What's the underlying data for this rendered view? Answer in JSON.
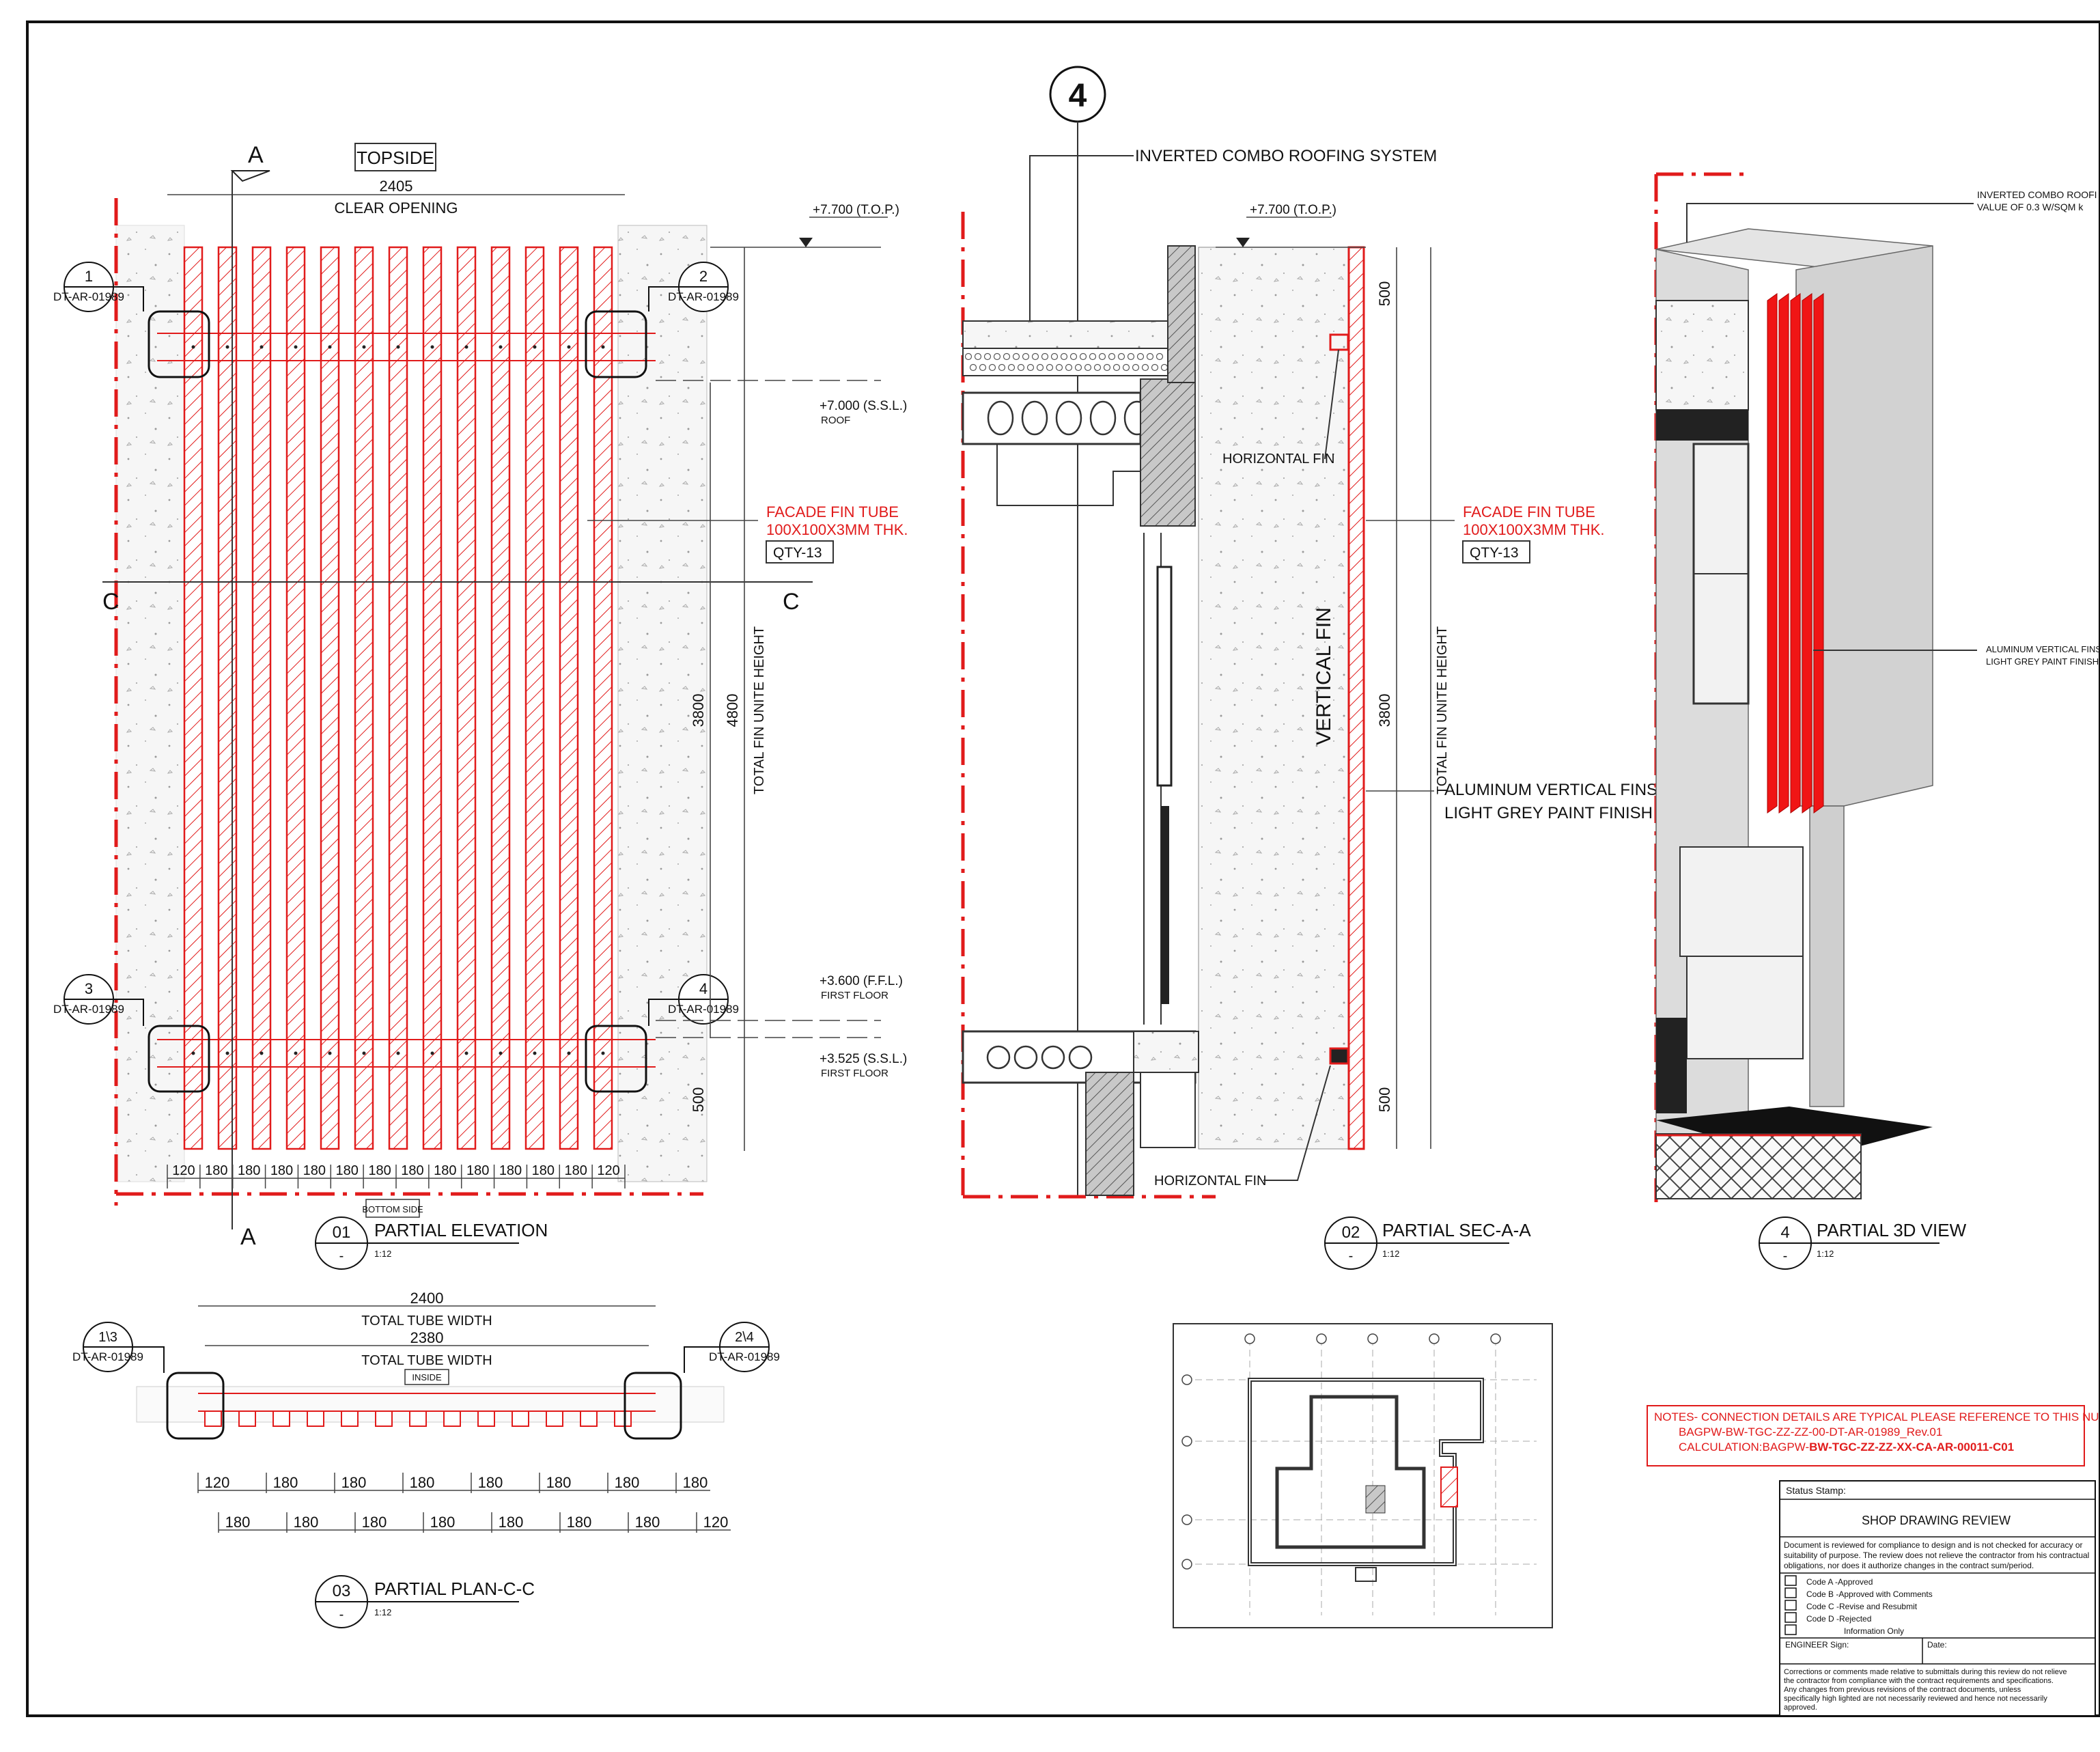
{
  "drawing_number": "4",
  "elevation": {
    "topside_label": "TOPSIDE",
    "bottom_label": "BOTTOM SIDE",
    "clear_opening_value": "2405",
    "clear_opening_label": "CLEAR  OPENING",
    "section_mark": "A",
    "cut_mark": "C",
    "callouts": [
      {
        "num": "1",
        "ref": "DT-AR-01989"
      },
      {
        "num": "2",
        "ref": "DT-AR-01989"
      },
      {
        "num": "3",
        "ref": "DT-AR-01989"
      },
      {
        "num": "4",
        "ref": "DT-AR-01989"
      }
    ],
    "level_top": "+7.700  (T.O.P.)",
    "level_roof": "+7.000  (S.S.L.)",
    "level_roof_note": "ROOF",
    "level_ffl": "+3.600  (F.F.L.)",
    "level_ffl_note": "FIRST FLOOR",
    "level_ssl": "+3.525  (S.S.L.)",
    "level_ssl_note": "FIRST FLOOR",
    "fin_note_line1": "FACADE FIN TUBE",
    "fin_note_line2": "100X100X3MM THK.",
    "qty": "QTY-13",
    "dim_3800": "3800",
    "dim_4800": "4800",
    "dim_500": "500",
    "total_height_label": "TOTAL  FIN  UNITE  HEIGHT",
    "bottom_dims": [
      "120",
      "180",
      "180",
      "180",
      "180",
      "180",
      "180",
      "180",
      "180",
      "180",
      "180",
      "180",
      "180",
      "120"
    ],
    "title_num": "01",
    "title": "PARTIAL ELEVATION",
    "title_sub": "-",
    "scale": "1:12",
    "fin_count": 13
  },
  "section": {
    "roof_system": "INVERTED COMBO ROOFING SYSTEM",
    "level_top": "+7.700  (T.O.P.)",
    "horizontal_fin": "HORIZONTAL  FIN",
    "vertical_fin": "VERTICAL  FIN",
    "fin_note_line1": "FACADE FIN TUBE",
    "fin_note_line2": "100X100X3MM THK.",
    "qty": "QTY-13",
    "alu_line1": "ALUMINUM VERTICAL FINS",
    "alu_line2": "LIGHT GREY PAINT FINISH",
    "dim_500": "500",
    "dim_3800": "3800",
    "total_height_label": "TOTAL  FIN  UNITE  HEIGHT",
    "title_num": "02",
    "title": "PARTIAL SEC-A-A",
    "title_sub": "-",
    "scale": "1:12"
  },
  "view3d": {
    "roof_note_line1": "INVERTED COMBO ROOFI",
    "roof_note_line2": "VALUE OF 0.3 W/SQM k",
    "alu_line1": "ALUMINUM VERTICAL FINS",
    "alu_line2": "LIGHT GREY PAINT FINISH",
    "title_num": "4",
    "title": "PARTIAL 3D VIEW",
    "title_sub": "-",
    "scale": "1:12"
  },
  "plan": {
    "dim_2400": "2400",
    "total_tube_width": "TOTAL  TUBE  WIDTH",
    "dim_2380": "2380",
    "total_tube_width_2": "TOTAL  TUBE  WIDTH",
    "inside_label": "INSIDE",
    "callout_left_num": "1\\3",
    "callout_left_ref": "DT-AR-01989",
    "callout_right_num": "2\\4",
    "callout_right_ref": "DT-AR-01989",
    "dims_row1": [
      "120",
      "180",
      "180",
      "180",
      "180",
      "180",
      "180",
      "180"
    ],
    "dims_row2": [
      "180",
      "180",
      "180",
      "180",
      "180",
      "180",
      "180",
      "120"
    ],
    "title_num": "03",
    "title": "PARTIAL PLAN-C-C",
    "title_sub": "-",
    "scale": "1:12"
  },
  "notes": {
    "line1": "NOTES- CONNECTION DETAILS ARE TYPICAL PLEASE REFERENCE TO THIS NUMBER",
    "line2": "BAGPW-BW-TGC-ZZ-ZZ-00-DT-AR-01989_Rev.01",
    "line3_prefix": "CALCULATION:BAGPW-",
    "line3_bold": "BW-TGC-ZZ-ZZ-XX-CA-AR-00011-C01"
  },
  "stamp": {
    "status_label": "Status Stamp:",
    "title": "SHOP DRAWING REVIEW",
    "intro": [
      "Document is reviewed for compliance to design and is not checked for accuracy or",
      "suitability of purpose. The review does not relieve the contractor from his contractual",
      "obligations, nor does it authorize changes in the contract sum/period."
    ],
    "codes": [
      "Code A  -Approved",
      "Code B  -Approved with Comments",
      "Code C  -Revise and Resubmit",
      "Code D  -Rejected",
      "Information Only"
    ],
    "engineer": "ENGINEER Sign:",
    "date": "Date:",
    "footer": [
      "Corrections or comments made relative to submittals during this review do not relieve",
      "the contractor from compliance with the contract requirements and specifications.",
      "Any changes from previous revisions of the contract documents, unless",
      "specifically high lighted are not necessarily reviewed and hence not necessarily",
      "approved."
    ]
  },
  "colors": {
    "accent_red": "#e11b1b",
    "line": "#222222",
    "concrete": "#f4f4f4",
    "panel_grey": "#d9d9d9"
  }
}
